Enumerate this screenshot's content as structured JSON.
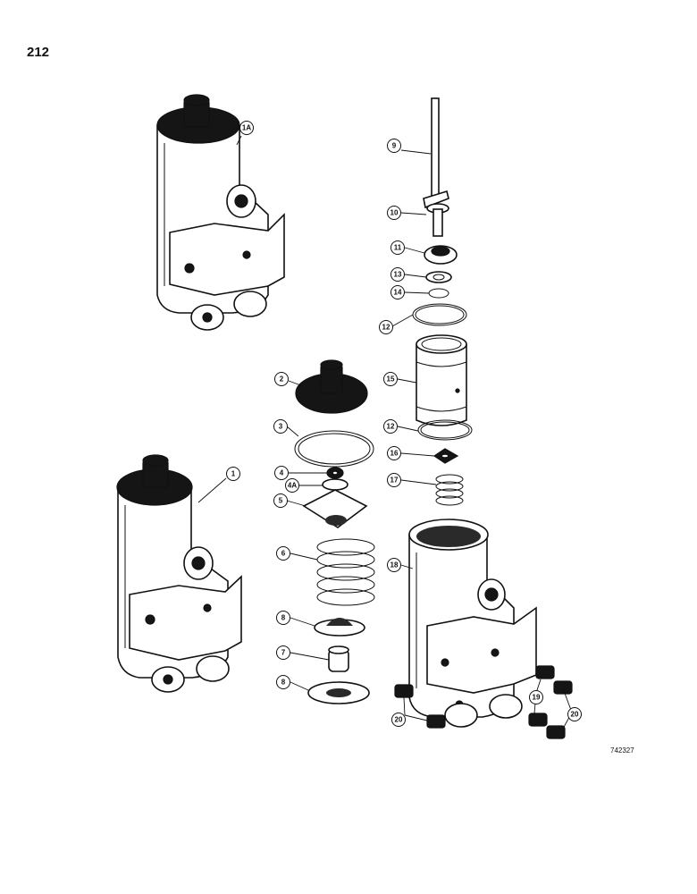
{
  "page_number": "212",
  "drawing_code": "742327",
  "callouts": [
    "1A",
    "9",
    "10",
    "11",
    "13",
    "14",
    "12",
    "2",
    "15",
    "3",
    "12",
    "16",
    "4",
    "4A",
    "5",
    "17",
    "1",
    "6",
    "18",
    "8",
    "7",
    "19",
    "8",
    "20",
    "20"
  ]
}
